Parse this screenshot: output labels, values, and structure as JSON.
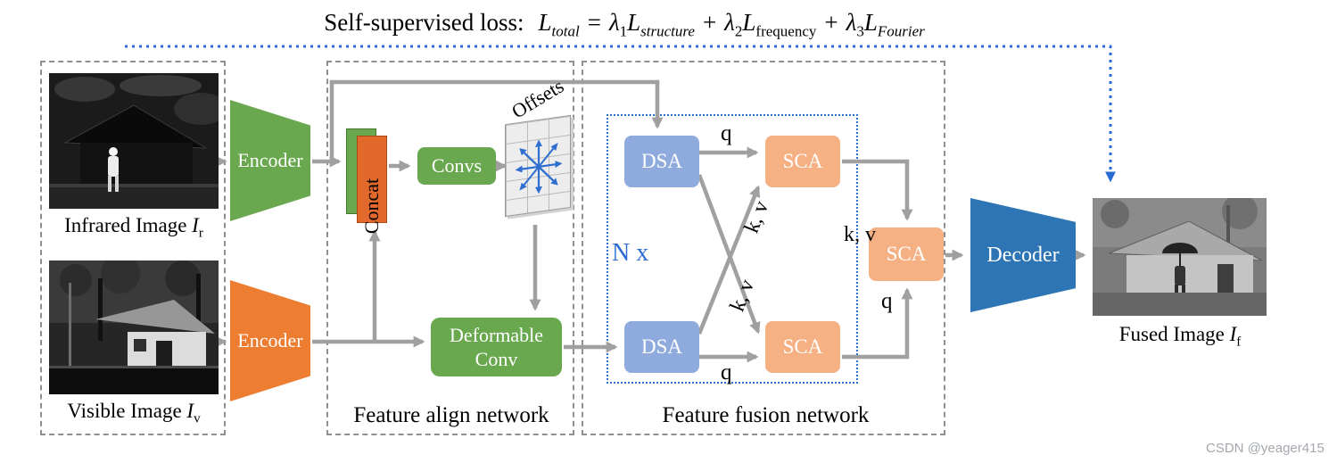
{
  "loss": {
    "label": "Self-supervised loss:",
    "parts": [
      {
        "t": "L",
        "s": "total"
      },
      {
        "t": "="
      },
      {
        "t": "λ",
        "s": "1"
      },
      {
        "t": "L",
        "s": "structure"
      },
      {
        "t": "+"
      },
      {
        "t": "λ",
        "s": "2"
      },
      {
        "t": "L",
        "s": "frequency"
      },
      {
        "t": "+"
      },
      {
        "t": "λ",
        "s": "3"
      },
      {
        "t": "L",
        "s": "Fourier"
      }
    ]
  },
  "inputs": {
    "infrared_label": {
      "text": "Infrared Image ",
      "var": "I",
      "sub": "r"
    },
    "visible_label": {
      "text": "Visible Image ",
      "var": "I",
      "sub": "v"
    }
  },
  "output_label": {
    "text": "Fused Image ",
    "var": "I",
    "sub": "f"
  },
  "blocks": {
    "encoder_top": "Encoder",
    "encoder_bottom": "Encoder",
    "concat": "Concat",
    "convs": "Convs",
    "offsets": "Offsets",
    "deformable_line1": "Deformable",
    "deformable_line2": "Conv",
    "dsa_top": "DSA",
    "dsa_bottom": "DSA",
    "sca_top": "SCA",
    "sca_bottom": "SCA",
    "sca_right": "SCA",
    "decoder": "Decoder",
    "repeat": "N x"
  },
  "edge_labels": {
    "q_top": "q",
    "q_bottom": "q",
    "kv_up": "k, v",
    "kv_down": "k, v",
    "kv_right": "k, v",
    "q_right": "q"
  },
  "groups": {
    "align": "Feature align network",
    "fusion": "Feature fusion network"
  },
  "watermark": "CSDN @yeager415",
  "colors": {
    "green": "#6aa84f",
    "orange": "#ed7d31",
    "dsa_blue": "#8faadc",
    "sca_salmon": "#f5b183",
    "decoder_blue": "#2e75b6",
    "arrow_gray": "#a0a0a0",
    "loop_blue": "#2b6cd4"
  }
}
